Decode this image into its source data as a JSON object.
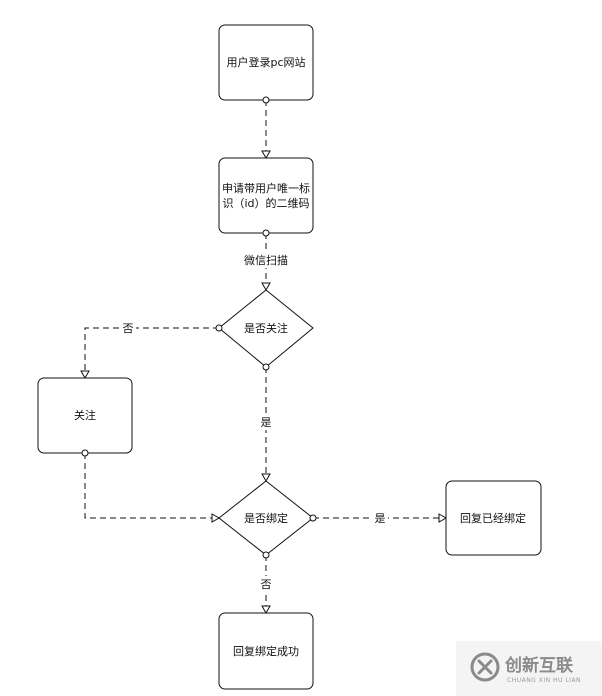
{
  "nodes": {
    "login": {
      "label": "用户登录pc网站"
    },
    "qrcode": {
      "line1": "申请带用户唯一标",
      "line2": "识（id）的二维码"
    },
    "followed_q": {
      "label": "是否关注"
    },
    "follow": {
      "label": "关注"
    },
    "bound_q": {
      "label": "是否绑定"
    },
    "reply_bound": {
      "label": "回复已经绑定"
    },
    "reply_success": {
      "label": "回复绑定成功"
    }
  },
  "edges": {
    "scan": {
      "label": "微信扫描"
    },
    "not_followed": {
      "label": "否"
    },
    "followed_yes": {
      "label": "是"
    },
    "bound_yes": {
      "label": "是"
    },
    "bound_no": {
      "label": "否"
    }
  },
  "watermark": {
    "text": "创新互联",
    "sub": "CHUANG XIN HU LIAN"
  },
  "colors": {
    "stroke": "#111111",
    "background": "#ffffff",
    "watermark": "#8a8a8a"
  }
}
